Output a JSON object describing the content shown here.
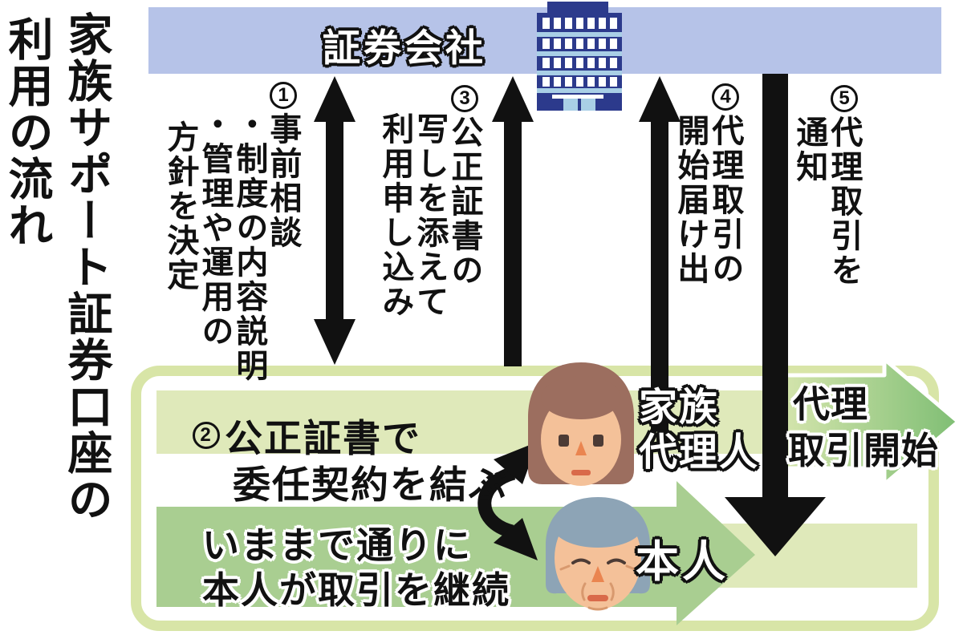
{
  "title": {
    "line1": "家族サポート証券口座の",
    "line2": "利用の流れ"
  },
  "company": {
    "label": "証券会社"
  },
  "steps": {
    "step1": {
      "num": "1",
      "col1": "事前相談",
      "col2": "・制度の内容説明",
      "col3": "・管理や運用の",
      "col4": "方針を決定"
    },
    "step2": {
      "num": "2",
      "line1": "公正証書で",
      "line2": "委任契約を結ぶ"
    },
    "step3": {
      "num": "3",
      "col1": "公正証書の",
      "col2": "写しを添えて",
      "col3": "利用申し込み"
    },
    "step4": {
      "num": "4",
      "col1": "代理取引の",
      "col2": "開始届け出"
    },
    "step5": {
      "num": "5",
      "col1": "代理取引を",
      "col2": "通知"
    }
  },
  "actors": {
    "family_agent": {
      "line1": "家族",
      "line2": "代理人"
    },
    "principal": "本人"
  },
  "labels": {
    "proxy_start": {
      "line1": "代理",
      "line2": "取引開始"
    },
    "continue_trading": {
      "line1": "いままで通りに",
      "line2": "本人が取引を継続"
    }
  },
  "icons": {
    "company": "office-building-icon",
    "consult_arrow": "double-headed-vertical-arrow-icon",
    "apply_arrow": "up-arrow-icon",
    "notify_arrow": "down-arrow-icon",
    "contract_arrow": "curved-double-arrow-icon",
    "proxy_start_arrow": "green-right-arrow-icon",
    "principal_arrow": "green-right-arrow-icon",
    "family_agent": "woman-face-icon",
    "principal": "elderly-man-face-icon"
  },
  "colors": {
    "banner_blue": "#b6c3e8",
    "building_navy": "#2c3a8c",
    "building_lightblue": "#a9cfe6",
    "pale_green": "#dfe9ba",
    "border_green": "#d8e5a7",
    "mid_green": "#a9ce91",
    "arrow_gradient_start": "#d5e5ad",
    "arrow_gradient_end": "#7fbe74",
    "skin": "#f4c199",
    "hair_brown": "#9c6e5f",
    "hair_gray": "#8da4b6",
    "black": "#111111"
  }
}
